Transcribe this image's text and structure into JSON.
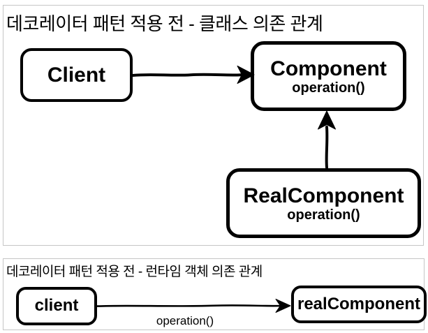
{
  "colors": {
    "background": "#ffffff",
    "panel_border": "#c6c6c6",
    "box_border": "#000000",
    "text": "#000000"
  },
  "panel1": {
    "title": "데코레이터 패턴 적용 전 - 클래스 의존 관계",
    "client_box": {
      "label": "Client"
    },
    "component_box": {
      "label": "Component",
      "method": "operation()"
    },
    "real_component_box": {
      "label": "RealComponent",
      "method": "operation()"
    }
  },
  "panel2": {
    "title": "데코레이터 패턴 적용 전 - 런타임 객체 의존 관계",
    "client_box": {
      "label": "client"
    },
    "real_component_box": {
      "label": "realComponent"
    },
    "arrow_label": "operation()"
  }
}
